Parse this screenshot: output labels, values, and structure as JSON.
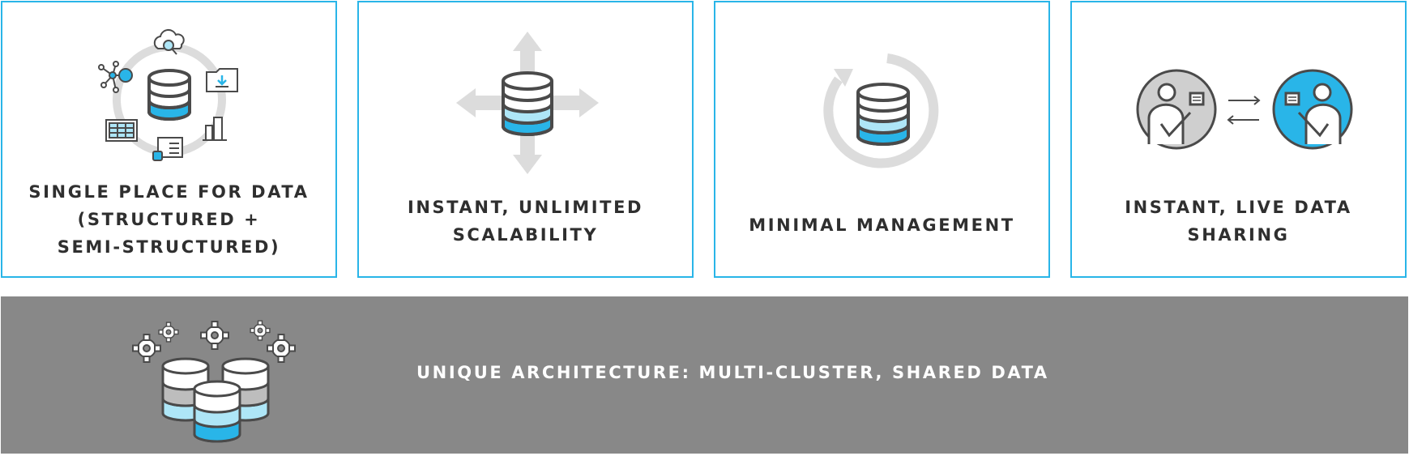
{
  "cards": [
    {
      "title": "SINGLE PLACE FOR DATA\n(STRUCTURED +\nSEMI-STRUCTURED)"
    },
    {
      "title": "INSTANT, UNLIMITED\nSCALABILITY"
    },
    {
      "title": "MINIMAL MANAGEMENT"
    },
    {
      "title": "INSTANT, LIVE DATA\nSHARING"
    }
  ],
  "banner": {
    "text": "UNIQUE ARCHITECTURE: MULTI-CLUSTER, SHARED DATA"
  },
  "colors": {
    "border": "#29b5e8",
    "accent_blue": "#29b5e8",
    "light_blue": "#aee6f7",
    "icon_outline": "#4a4a4a",
    "arrow_gray": "#dcdcdc",
    "banner_bg": "#888888",
    "title_text": "#2f2f2f",
    "banner_text": "#ffffff"
  },
  "icons": [
    "data-hub-icon",
    "scaling-arrows-icon",
    "refresh-database-icon",
    "data-sharing-icon",
    "multi-cluster-icon"
  ]
}
